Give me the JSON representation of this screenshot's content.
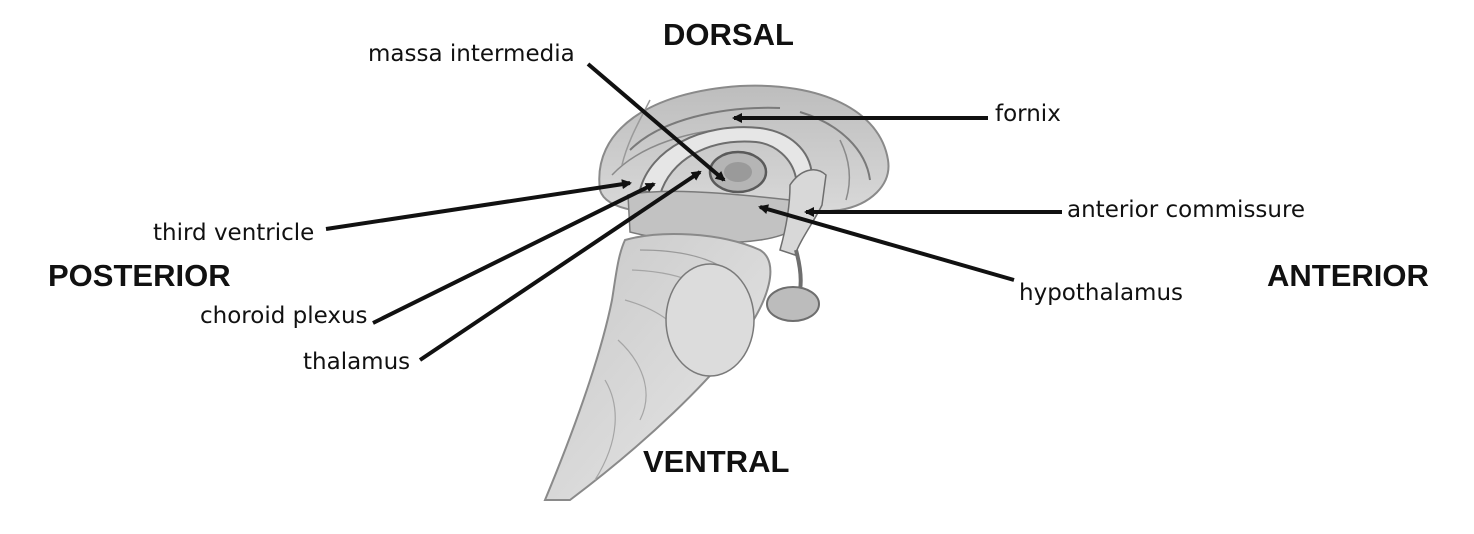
{
  "orientation": {
    "dorsal": "DORSAL",
    "ventral": "VENTRAL",
    "posterior": "POSTERIOR",
    "anterior": "ANTERIOR"
  },
  "labels": {
    "massa_intermedia": "massa intermedia",
    "fornix": "fornix",
    "anterior_commissure": "anterior commissure",
    "hypothalamus": "hypothalamus",
    "third_ventricle": "third ventricle",
    "choroid_plexus": "choroid plexus",
    "thalamus": "thalamus"
  },
  "colors": {
    "ink": "#111111",
    "tissue_light": "#cfcfcf",
    "tissue_mid": "#a9a9a9",
    "tissue_dark": "#6e6e6e"
  }
}
